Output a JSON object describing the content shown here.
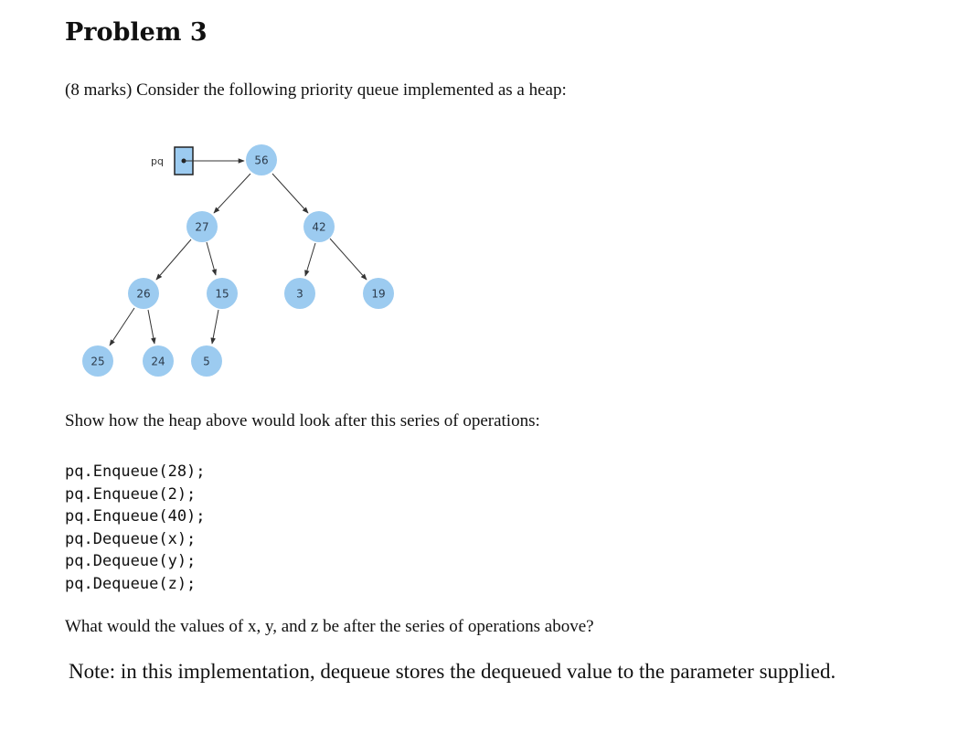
{
  "problem": {
    "title": "Problem 3",
    "intro": "(8 marks) Consider the following priority queue implemented as a heap:",
    "prompt": "Show how the heap above would look after this series of operations:",
    "operations": [
      "pq.Enqueue(28);",
      "pq.Enqueue(2);",
      "pq.Enqueue(40);",
      "pq.Dequeue(x);",
      "pq.Dequeue(y);",
      "pq.Dequeue(z);"
    ],
    "question": "What would the values of x, y, and z be after the series of operations above?",
    "note": "Note: in this implementation, dequeue stores the dequeued value to the parameter supplied."
  },
  "heap": {
    "pointer_label": "pq",
    "node_color": "#9ccbf0",
    "nodes": [
      "56",
      "27",
      "42",
      "26",
      "15",
      "3",
      "19",
      "25",
      "24",
      "5"
    ]
  }
}
